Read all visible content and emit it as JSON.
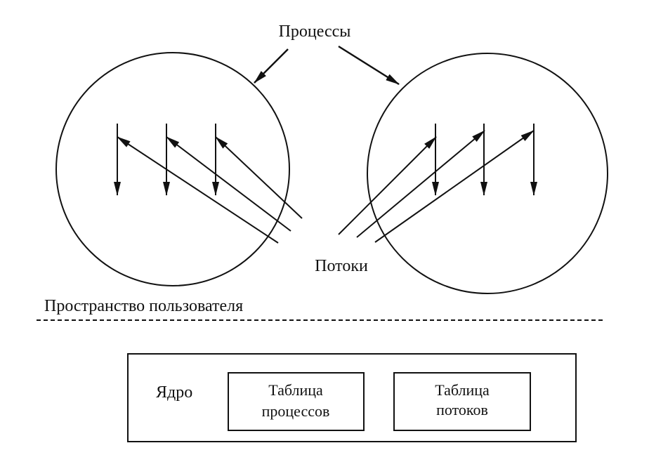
{
  "diagram": {
    "processes_label": "Процессы",
    "threads_label": "Потоки",
    "user_space_label": "Пространство пользователя",
    "kernel": {
      "label": "Ядро",
      "process_table": [
        "Таблица",
        "процессов"
      ],
      "thread_table": [
        "Таблица",
        "потоков"
      ]
    },
    "colors": {
      "stroke": "#111111",
      "background": "#ffffff"
    }
  }
}
